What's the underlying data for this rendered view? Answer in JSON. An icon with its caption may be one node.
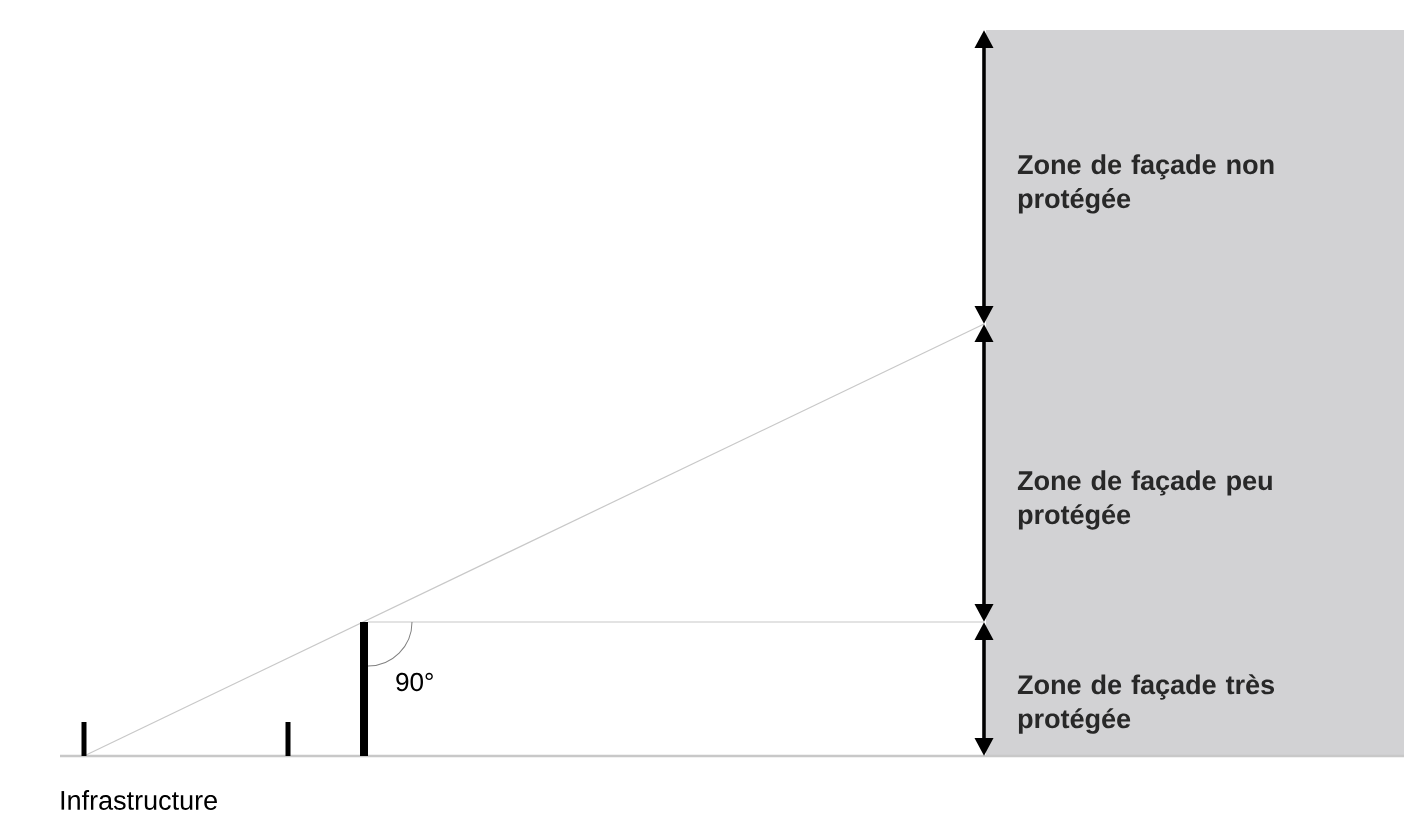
{
  "diagram": {
    "labels": [
      "Zone de façade non protégée",
      "Zone de façade peu protégée",
      "Zone de façade très protégée",
      "90°",
      "Infrastructure"
    ]
  }
}
